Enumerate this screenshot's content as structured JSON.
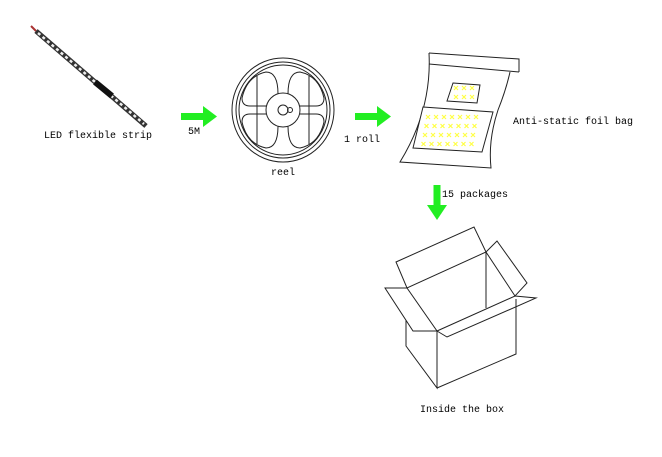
{
  "labels": {
    "strip": "LED flexible strip",
    "length": "5M",
    "reel": "reel",
    "roll": "1 roll",
    "bag": "Anti-static foil bag",
    "packages": "15 packages",
    "box": "Inside the box"
  },
  "colors": {
    "arrow": "#22ee22",
    "led": "#ffff66",
    "line": "#000000"
  }
}
